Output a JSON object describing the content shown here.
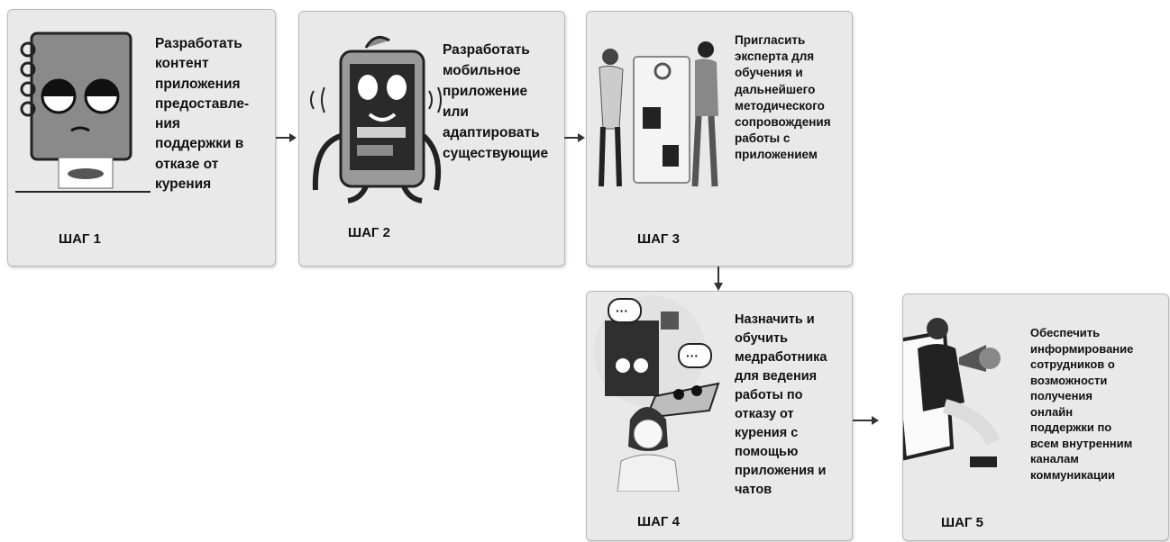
{
  "steps": [
    {
      "label": "ШАГ 1",
      "text": "Разработать\nконтент\nприложения\nпредоставле-\nния\nподдержки в\nотказе от\nкурения",
      "illustration": "notebook-character-icon"
    },
    {
      "label": "ШАГ 2",
      "text": "Разработать\nмобильное\nприложение\nили\nадаптировать\nсуществующие",
      "illustration": "phone-character-icon"
    },
    {
      "label": "ШАГ 3",
      "text": "Пригласить\nэксперта для\nобучения и\nдальнейшего\nметодического\nсопровождения\nработы с\nприложением",
      "illustration": "experts-with-board-icon"
    },
    {
      "label": "ШАГ 4",
      "text": "Назначить и\nобучить\nмедработника\nдля ведения\nработы по\nотказу от\nкурения с\nпомощью\nприложения и\nчатов",
      "illustration": "medic-with-chat-icon"
    },
    {
      "label": "ШАГ 5",
      "text": "Обеспечить\nинформирование\nсотрудников  о\nвозможности\nполучения\nонлайн\nподдержки по\nвсем внутренним\nканалам\nкоммуникации",
      "illustration": "megaphone-person-icon"
    }
  ],
  "colors": {
    "card_bg": "#e9e9e9",
    "border": "#b9b9b9",
    "ink": "#111111",
    "arrow": "#333333"
  }
}
